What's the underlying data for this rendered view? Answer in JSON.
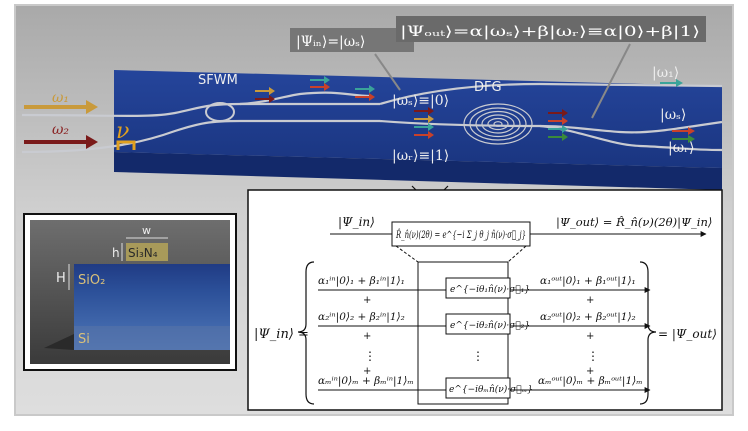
{
  "colors": {
    "background_top": "#b9b9b9",
    "background_bottom": "#d8d8d8",
    "chip_top": "#1e3a8a",
    "chip_side": "#142a66",
    "waveguide": "#c9cbd1",
    "omega1_arrow": "#c99a3b",
    "omega2_arrow": "#7a1a1a",
    "signal_arrow": "#3aa39a",
    "idler_arrow": "#c8412a",
    "green_arrow": "#3b8b3b",
    "heater": "#e0a020",
    "si3n4": "#a89a5a",
    "sio2_top": "#1f3b83",
    "sio2_bottom": "#2e5aa8",
    "si": "#6b7fa5"
  },
  "icons": [
    "arrow-icon",
    "heater-icon",
    "microring-icon",
    "spiral-resonator-icon"
  ],
  "chip": {
    "input_labels": [
      "ω₁",
      "ω₂"
    ],
    "sfwm_label": "SFWM",
    "nu_label": "ν",
    "dfg_label": "DFG",
    "ket_omega_s_zero": "|ωₛ⟩≡|0⟩",
    "ket_omega_r_one": "|ωᵣ⟩≡|1⟩",
    "output_labels": [
      "|ω₁⟩",
      "|ωₛ⟩",
      "|ωᵣ⟩"
    ],
    "psi_in_callout": "|Ψᵢₙ⟩=|ωₛ⟩",
    "psi_out_callout": "|Ψₒᵤₜ⟩=α|ωₛ⟩+β|ωᵣ⟩≡α|0⟩+β|1⟩"
  },
  "cross_section": {
    "w_label": "w",
    "h_label": "h",
    "H_label": "H",
    "si3n4_label": "Si₃N₄",
    "sio2_label": "SiO₂",
    "si_label": "Si"
  },
  "schematic": {
    "psi_in": "|Ψ_in⟩",
    "operator": "R̂_n̂(ν)(2θ) = e^{−i Σ_j θ_j n̂(ν)·σ⃗_j}",
    "psi_out_eq": "|Ψ_out⟩ = R̂_n̂(ν)(2θ)|Ψ_in⟩",
    "lhs": "|Ψ_in⟩ =",
    "rhs": "= |Ψ_out⟩",
    "in_terms": [
      "α₁ⁱⁿ|0⟩₁ + β₁ⁱⁿ|1⟩₁",
      "α₂ⁱⁿ|0⟩₂ + β₂ⁱⁿ|1⟩₂",
      "αₘⁱⁿ|0⟩ₘ + βₘⁱⁿ|1⟩ₘ"
    ],
    "gates": [
      "e^{−iθ₁n̂(ν)·σ⃗₁}",
      "e^{−iθ₂n̂(ν)·σ⃗₂}",
      "e^{−iθₘn̂(ν)·σ⃗ₘ}"
    ],
    "out_terms": [
      "α₁ᵒᵘᵗ|0⟩₁ + β₁ᵒᵘᵗ|1⟩₁",
      "α₂ᵒᵘᵗ|0⟩₂ + β₂ᵒᵘᵗ|1⟩₂",
      "αₘᵒᵘᵗ|0⟩ₘ + βₘᵒᵘᵗ|1⟩ₘ"
    ],
    "plus": "+",
    "vdots": "⋮"
  }
}
